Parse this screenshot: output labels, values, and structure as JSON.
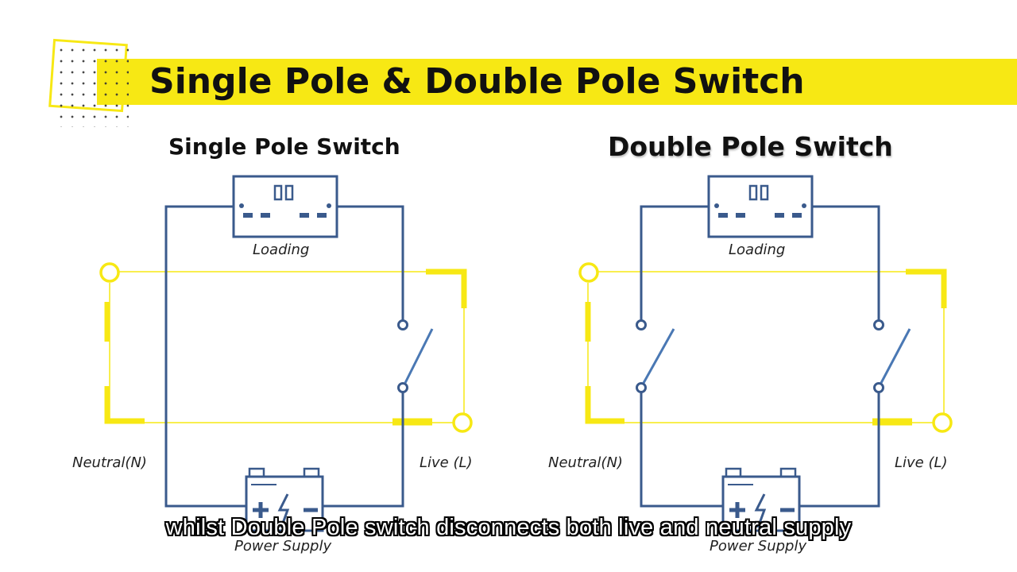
{
  "title": "Single Pole & Double Pole Switch",
  "diagrams": [
    {
      "heading": "Single Pole Switch",
      "load_label": "Loading",
      "neutral_label": "Neutral(N)",
      "live_label": "Live (L)",
      "supply_label": "Power Supply"
    },
    {
      "heading": "Double Pole Switch",
      "load_label": "Loading",
      "neutral_label": "Neutral(N)",
      "live_label": "Live (L)",
      "supply_label": "Power Supply"
    }
  ],
  "caption": "whilst Double Pole switch disconnects both live and neutral supply",
  "colors": {
    "accent_yellow": "#f7e814",
    "wire_blue": "#3a5a8c",
    "switch_blue": "#4a78b4"
  }
}
